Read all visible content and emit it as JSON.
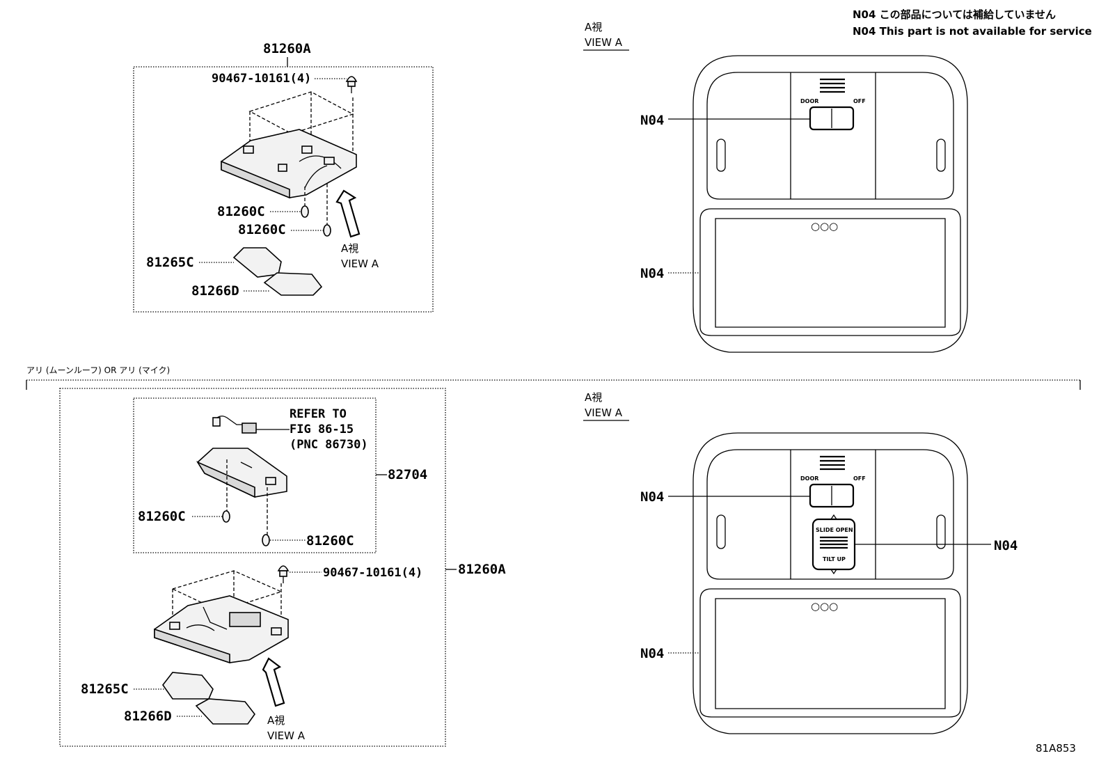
{
  "notes": {
    "line_jp": "N04 この部品については補給していません",
    "line_en": "N04 This part is not available for service"
  },
  "upper_left": {
    "assembly": "81260A",
    "screw": "90467-10161(4)",
    "bulb_1": "81260C",
    "bulb_2": "81260C",
    "lens_1": "81265C",
    "lens_2": "81266D",
    "view_jp": "A視",
    "view_en": "VIEW A"
  },
  "upper_right": {
    "view_jp": "A視",
    "view_en": "VIEW A",
    "switch_label": "N04",
    "lens_label": "N04",
    "switch_left_text": "DOOR",
    "switch_right_text": "OFF",
    "dots": "○○○"
  },
  "condition": "アリ (ムーンルーフ) OR アリ (マイク)",
  "lower_left": {
    "refer_line1": "REFER TO",
    "refer_line2": "FIG 86-15",
    "refer_line3": "(PNC 86730)",
    "sub_assembly": "82704",
    "bulb_1": "81260C",
    "bulb_2": "81260C",
    "screw": "90467-10161(4)",
    "assembly": "81260A",
    "lens_1": "81265C",
    "lens_2": "81266D",
    "view_jp": "A視",
    "view_en": "VIEW A"
  },
  "lower_right": {
    "view_jp": "A視",
    "view_en": "VIEW A",
    "switch_label": "N04",
    "roof_switch_label": "N04",
    "lens_label": "N04",
    "switch_left_text": "DOOR",
    "switch_right_text": "OFF",
    "roof_top_text": "SLIDE OPEN",
    "roof_bottom_text": "TILT UP",
    "dots": "○○○"
  },
  "figure_id": "81A853"
}
